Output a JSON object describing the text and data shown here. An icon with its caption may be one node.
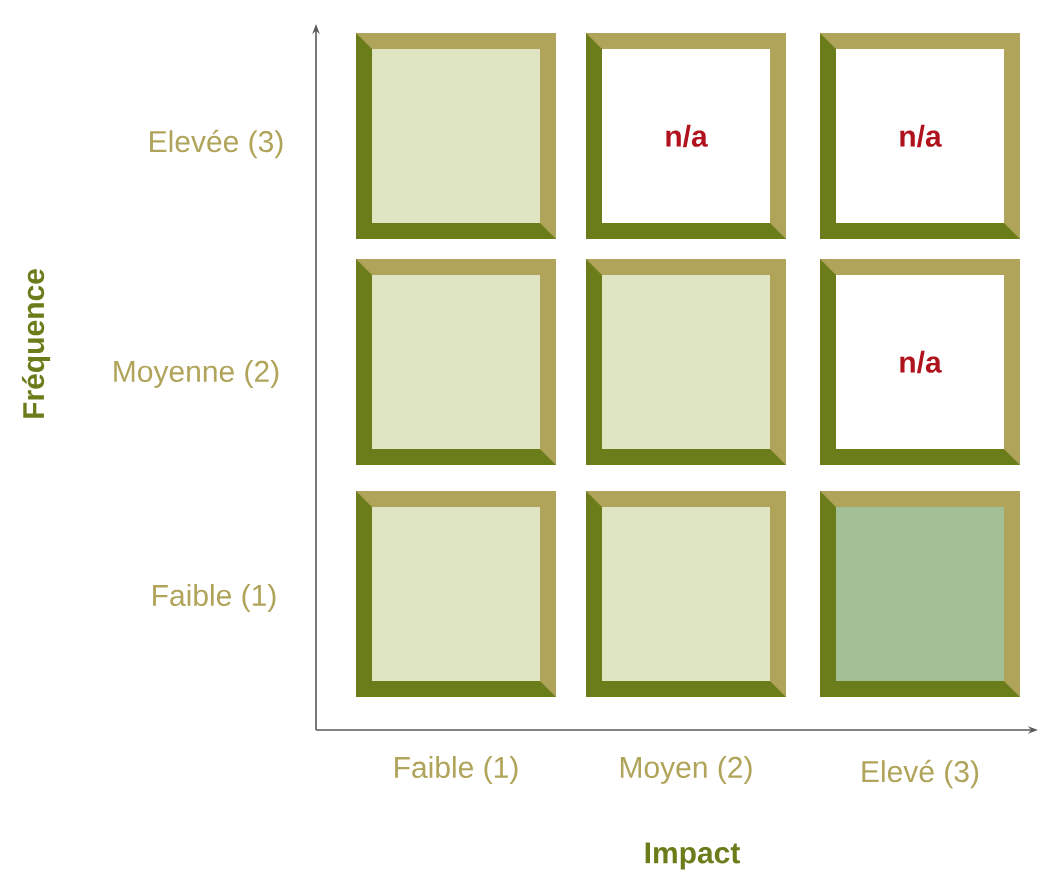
{
  "diagram": {
    "nodes": [
      {
        "text": [],
        "shape": "box"
      },
      {
        "text": [
          "n/a"
        ]
      },
      {
        "text": [
          "n/a"
        ]
      },
      {
        "text": [],
        "shape": "box"
      },
      {
        "text": [],
        "shape": "box"
      },
      {
        "text": [
          "n/a"
        ]
      },
      {
        "text": [],
        "shape": "box"
      },
      {
        "text": [],
        "shape": "box"
      },
      {
        "text": [],
        "shape": "box"
      }
    ],
    "labels": [
      "Elevée (3)",
      "Fréquence",
      "Moyenne (2)",
      "Faible (1)",
      "Faible (1)",
      "Moyen (2)",
      "Elevé (3)",
      "Impact"
    ]
  }
}
